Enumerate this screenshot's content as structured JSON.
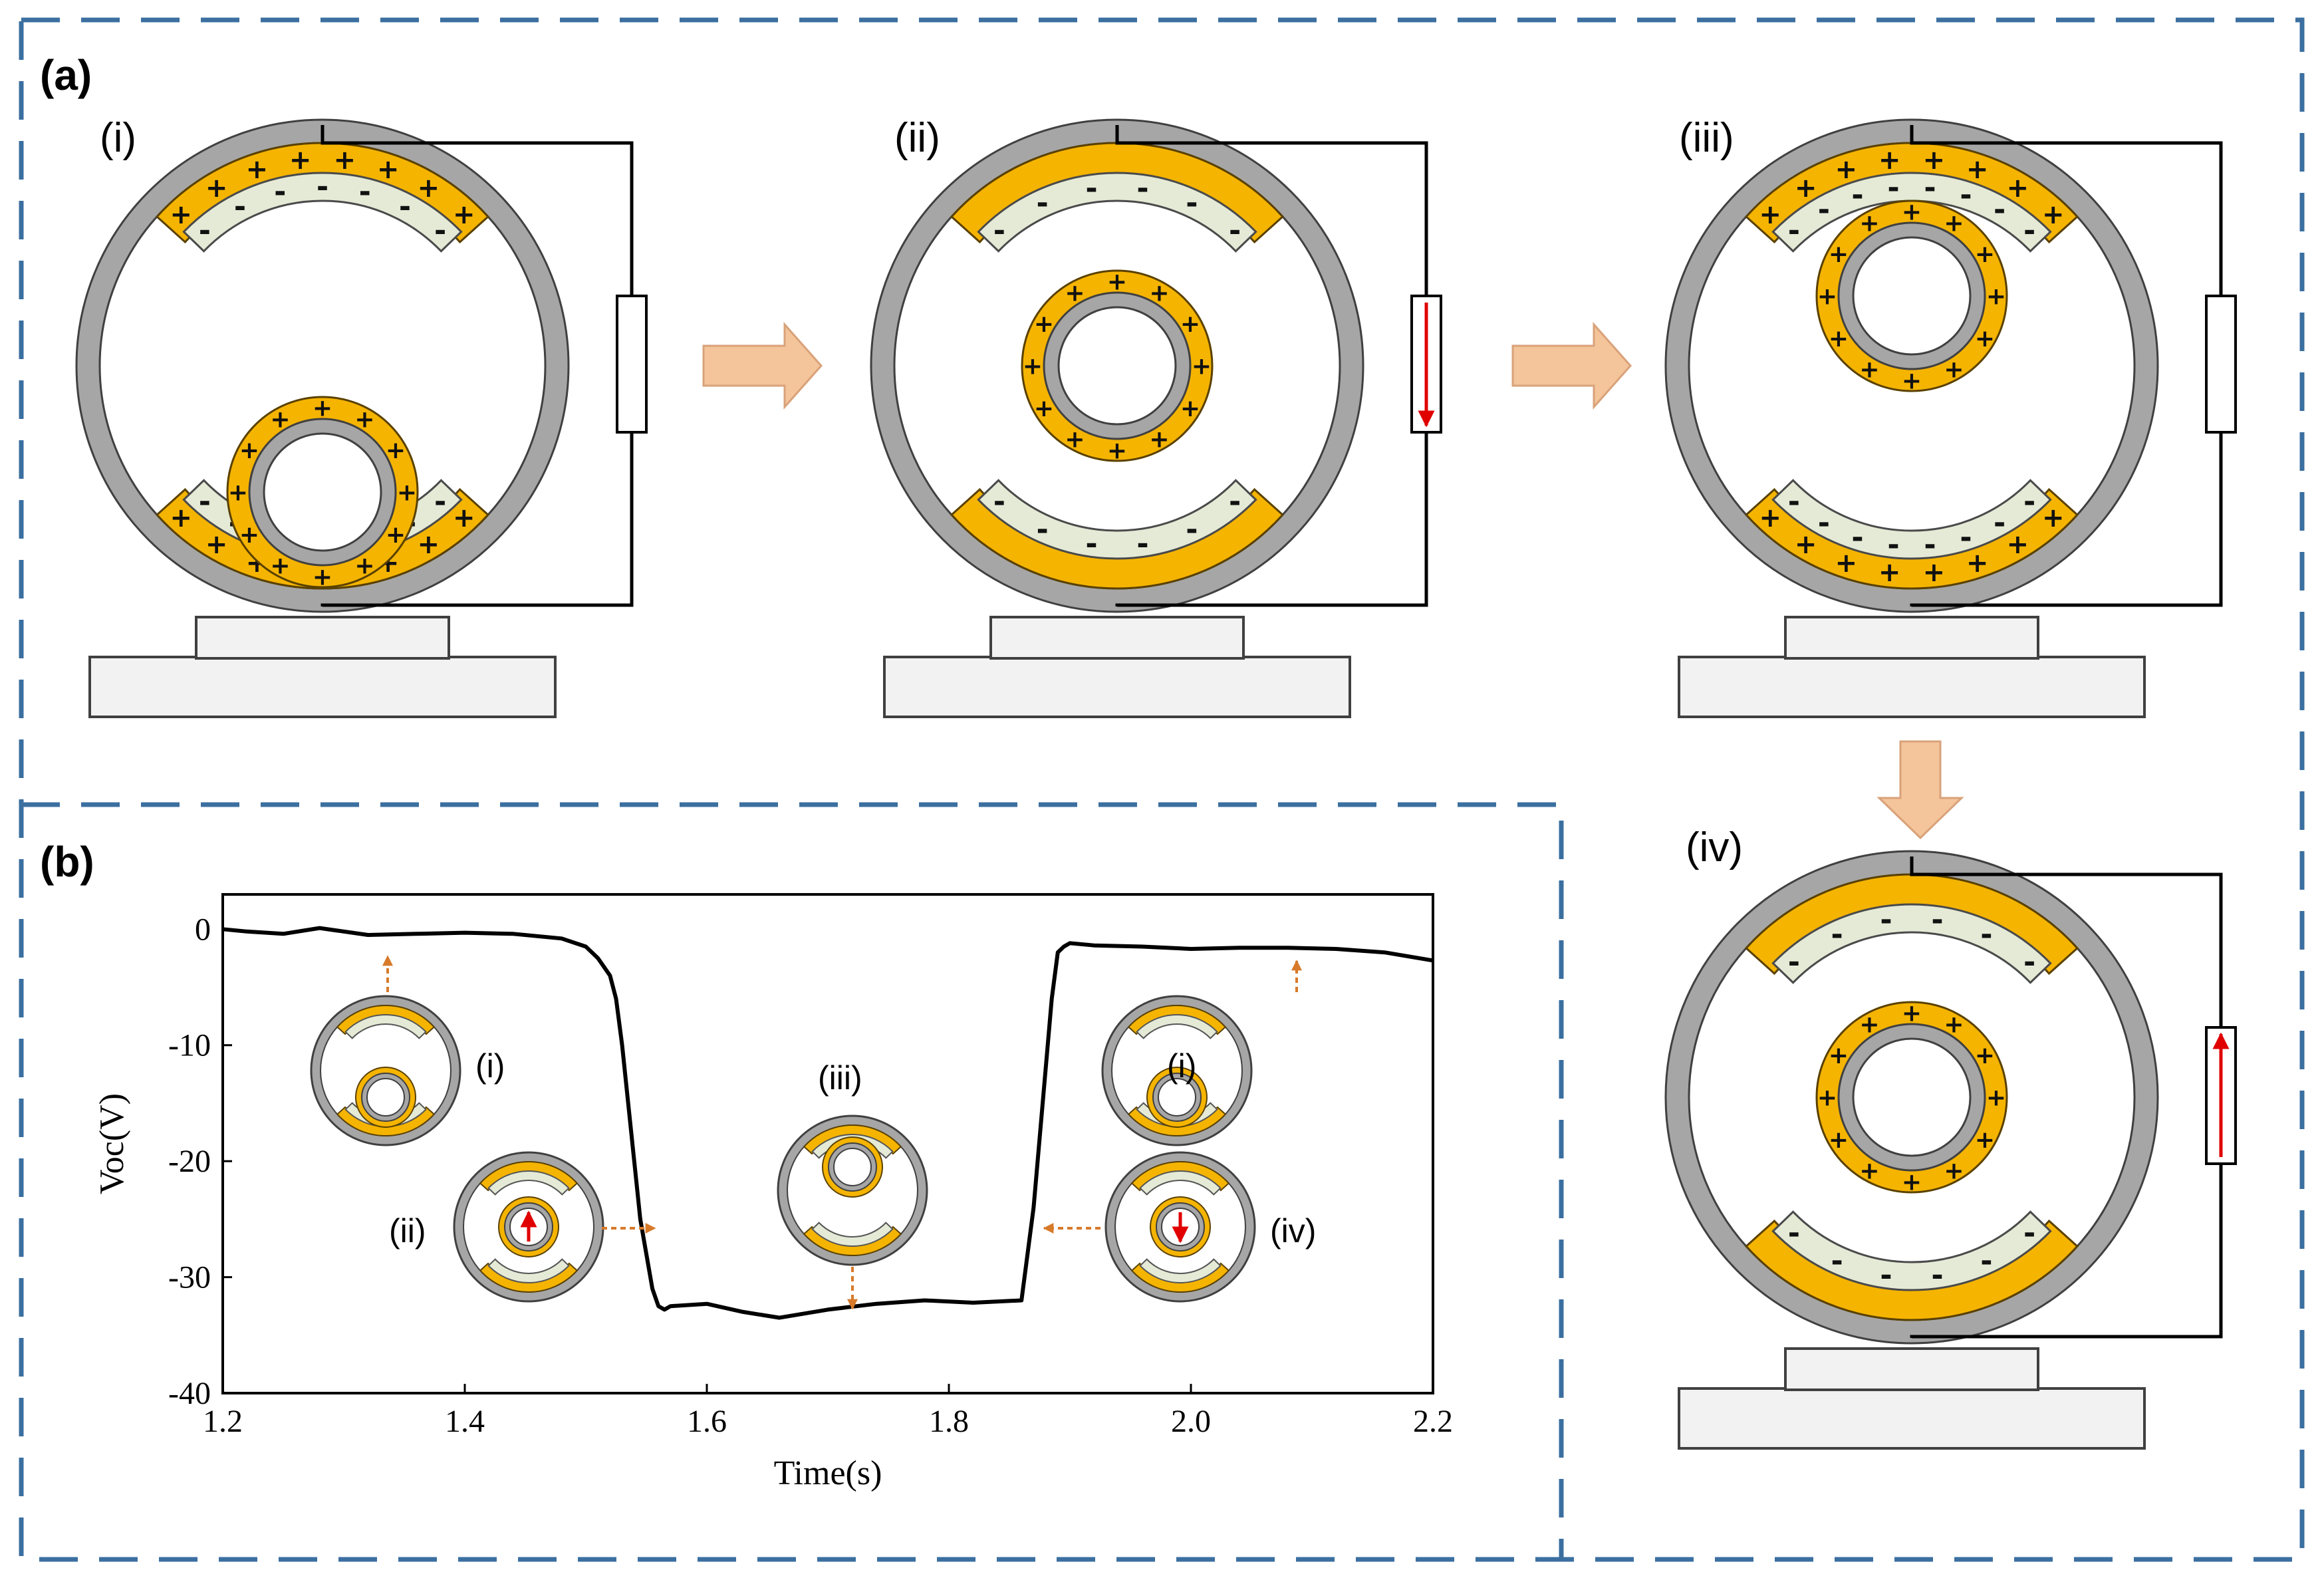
{
  "panels": {
    "a": "(a)",
    "b": "(b)"
  },
  "stages": {
    "i": "(i)",
    "ii": "(ii)",
    "iii": "(iii)",
    "iv": "(iv)"
  },
  "charges": {
    "plus": "+",
    "minus": "-"
  },
  "inset_labels": {
    "i_left": "(i)",
    "ii": "(ii)",
    "iii": "(iii)",
    "i_right": "(i)",
    "iv": "(iv)"
  },
  "colors": {
    "frame_dash": "#3b6fa0",
    "ring_gray": "#a6a6a6",
    "ring_stroke": "#404040",
    "gold": "#f5b400",
    "gold_stroke": "#5a4100",
    "pale_green": "#e4ead6",
    "arrow_fill": "#f4c49a",
    "arrow_stroke": "#d9a27a",
    "current_red": "#e00000",
    "pointer_orange": "#d77a2a",
    "base_fill": "#f2f2f2",
    "curve": "#000000"
  },
  "chart_data": {
    "type": "line",
    "title": "",
    "xlabel": "Time(s)",
    "ylabel": "Voc(V)",
    "xlim": [
      1.2,
      2.2
    ],
    "ylim": [
      -40,
      3
    ],
    "xticks": [
      1.2,
      1.4,
      1.6,
      1.8,
      2.0,
      2.2
    ],
    "xtick_labels": [
      "1.2",
      "1.4",
      "1.6",
      "1.8",
      "2.0",
      "2.2"
    ],
    "yticks": [
      0,
      -10,
      -20,
      -30,
      -40
    ],
    "ytick_labels": [
      "0",
      "-10",
      "-20",
      "-30",
      "-40"
    ],
    "grid": false,
    "series": [
      {
        "x": [
          1.2,
          1.22,
          1.25,
          1.28,
          1.32,
          1.36,
          1.4,
          1.44,
          1.48,
          1.5,
          1.51,
          1.52,
          1.525,
          1.53,
          1.535,
          1.54,
          1.545,
          1.55,
          1.555,
          1.56,
          1.565,
          1.57,
          1.6,
          1.63,
          1.66,
          1.7,
          1.74,
          1.78,
          1.82,
          1.86,
          1.865,
          1.87,
          1.875,
          1.88,
          1.885,
          1.89,
          1.895,
          1.9,
          1.92,
          1.96,
          2.0,
          2.04,
          2.08,
          2.12,
          2.16,
          2.2
        ],
        "y": [
          0,
          -0.2,
          -0.4,
          0.1,
          -0.5,
          -0.4,
          -0.3,
          -0.4,
          -0.8,
          -1.5,
          -2.5,
          -4,
          -6,
          -10,
          -15,
          -20,
          -25,
          -28,
          -31,
          -32.5,
          -32.8,
          -32.5,
          -32.3,
          -33,
          -33.5,
          -32.8,
          -32.3,
          -32.0,
          -32.2,
          -32.0,
          -28,
          -24,
          -18,
          -12,
          -6,
          -2,
          -1.5,
          -1.2,
          -1.4,
          -1.5,
          -1.7,
          -1.6,
          -1.6,
          -1.7,
          -2.0,
          -2.7
        ]
      }
    ]
  }
}
